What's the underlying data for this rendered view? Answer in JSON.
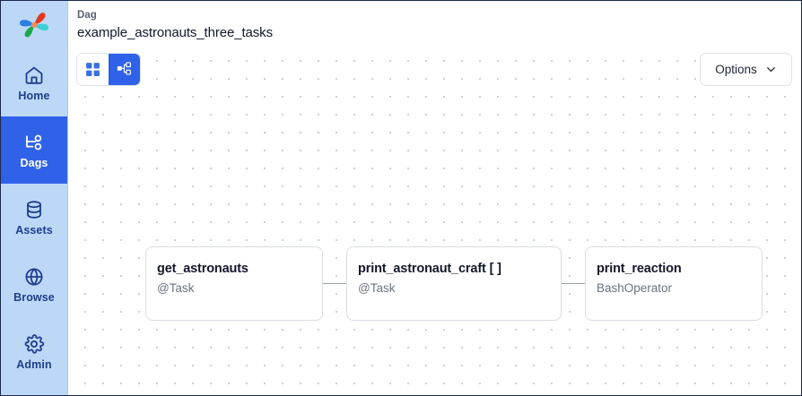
{
  "sidebar": {
    "logo_icon": "airflow-pinwheel-logo",
    "items": [
      {
        "label": "Home",
        "icon": "home-icon",
        "active": false
      },
      {
        "label": "Dags",
        "icon": "dag-graph-icon",
        "active": true
      },
      {
        "label": "Assets",
        "icon": "database-icon",
        "active": false
      },
      {
        "label": "Browse",
        "icon": "globe-icon",
        "active": false
      },
      {
        "label": "Admin",
        "icon": "gear-icon",
        "active": false
      }
    ],
    "active_color": "#2f62e8",
    "background_color": "#bdd7f7",
    "text_color": "#1f3e8c"
  },
  "header": {
    "breadcrumb_label": "Dag",
    "dag_name": "example_astronauts_three_tasks"
  },
  "toolbar": {
    "view_toggle": [
      {
        "name": "grid-view",
        "icon": "grid-icon",
        "selected": false
      },
      {
        "name": "graph-view",
        "icon": "graph-icon",
        "selected": true
      }
    ],
    "options_label": "Options",
    "options_chevron_icon": "chevron-down-icon"
  },
  "graph": {
    "nodes": [
      {
        "id": "get_astronauts",
        "title": "get_astronauts",
        "subtitle": "@Task",
        "mapped": false
      },
      {
        "id": "print_astronaut_craft",
        "title": "print_astronaut_craft [ ]",
        "subtitle": "@Task",
        "mapped": true
      },
      {
        "id": "print_reaction",
        "title": "print_reaction",
        "subtitle": "BashOperator",
        "mapped": false
      }
    ],
    "edges": [
      {
        "from": "get_astronauts",
        "to": "print_astronaut_craft"
      },
      {
        "from": "print_astronaut_craft",
        "to": "print_reaction"
      }
    ],
    "node_border_color": "#d9dde5",
    "edge_color": "#9aa1ad",
    "canvas_dot_color": "#b9bfcc"
  }
}
